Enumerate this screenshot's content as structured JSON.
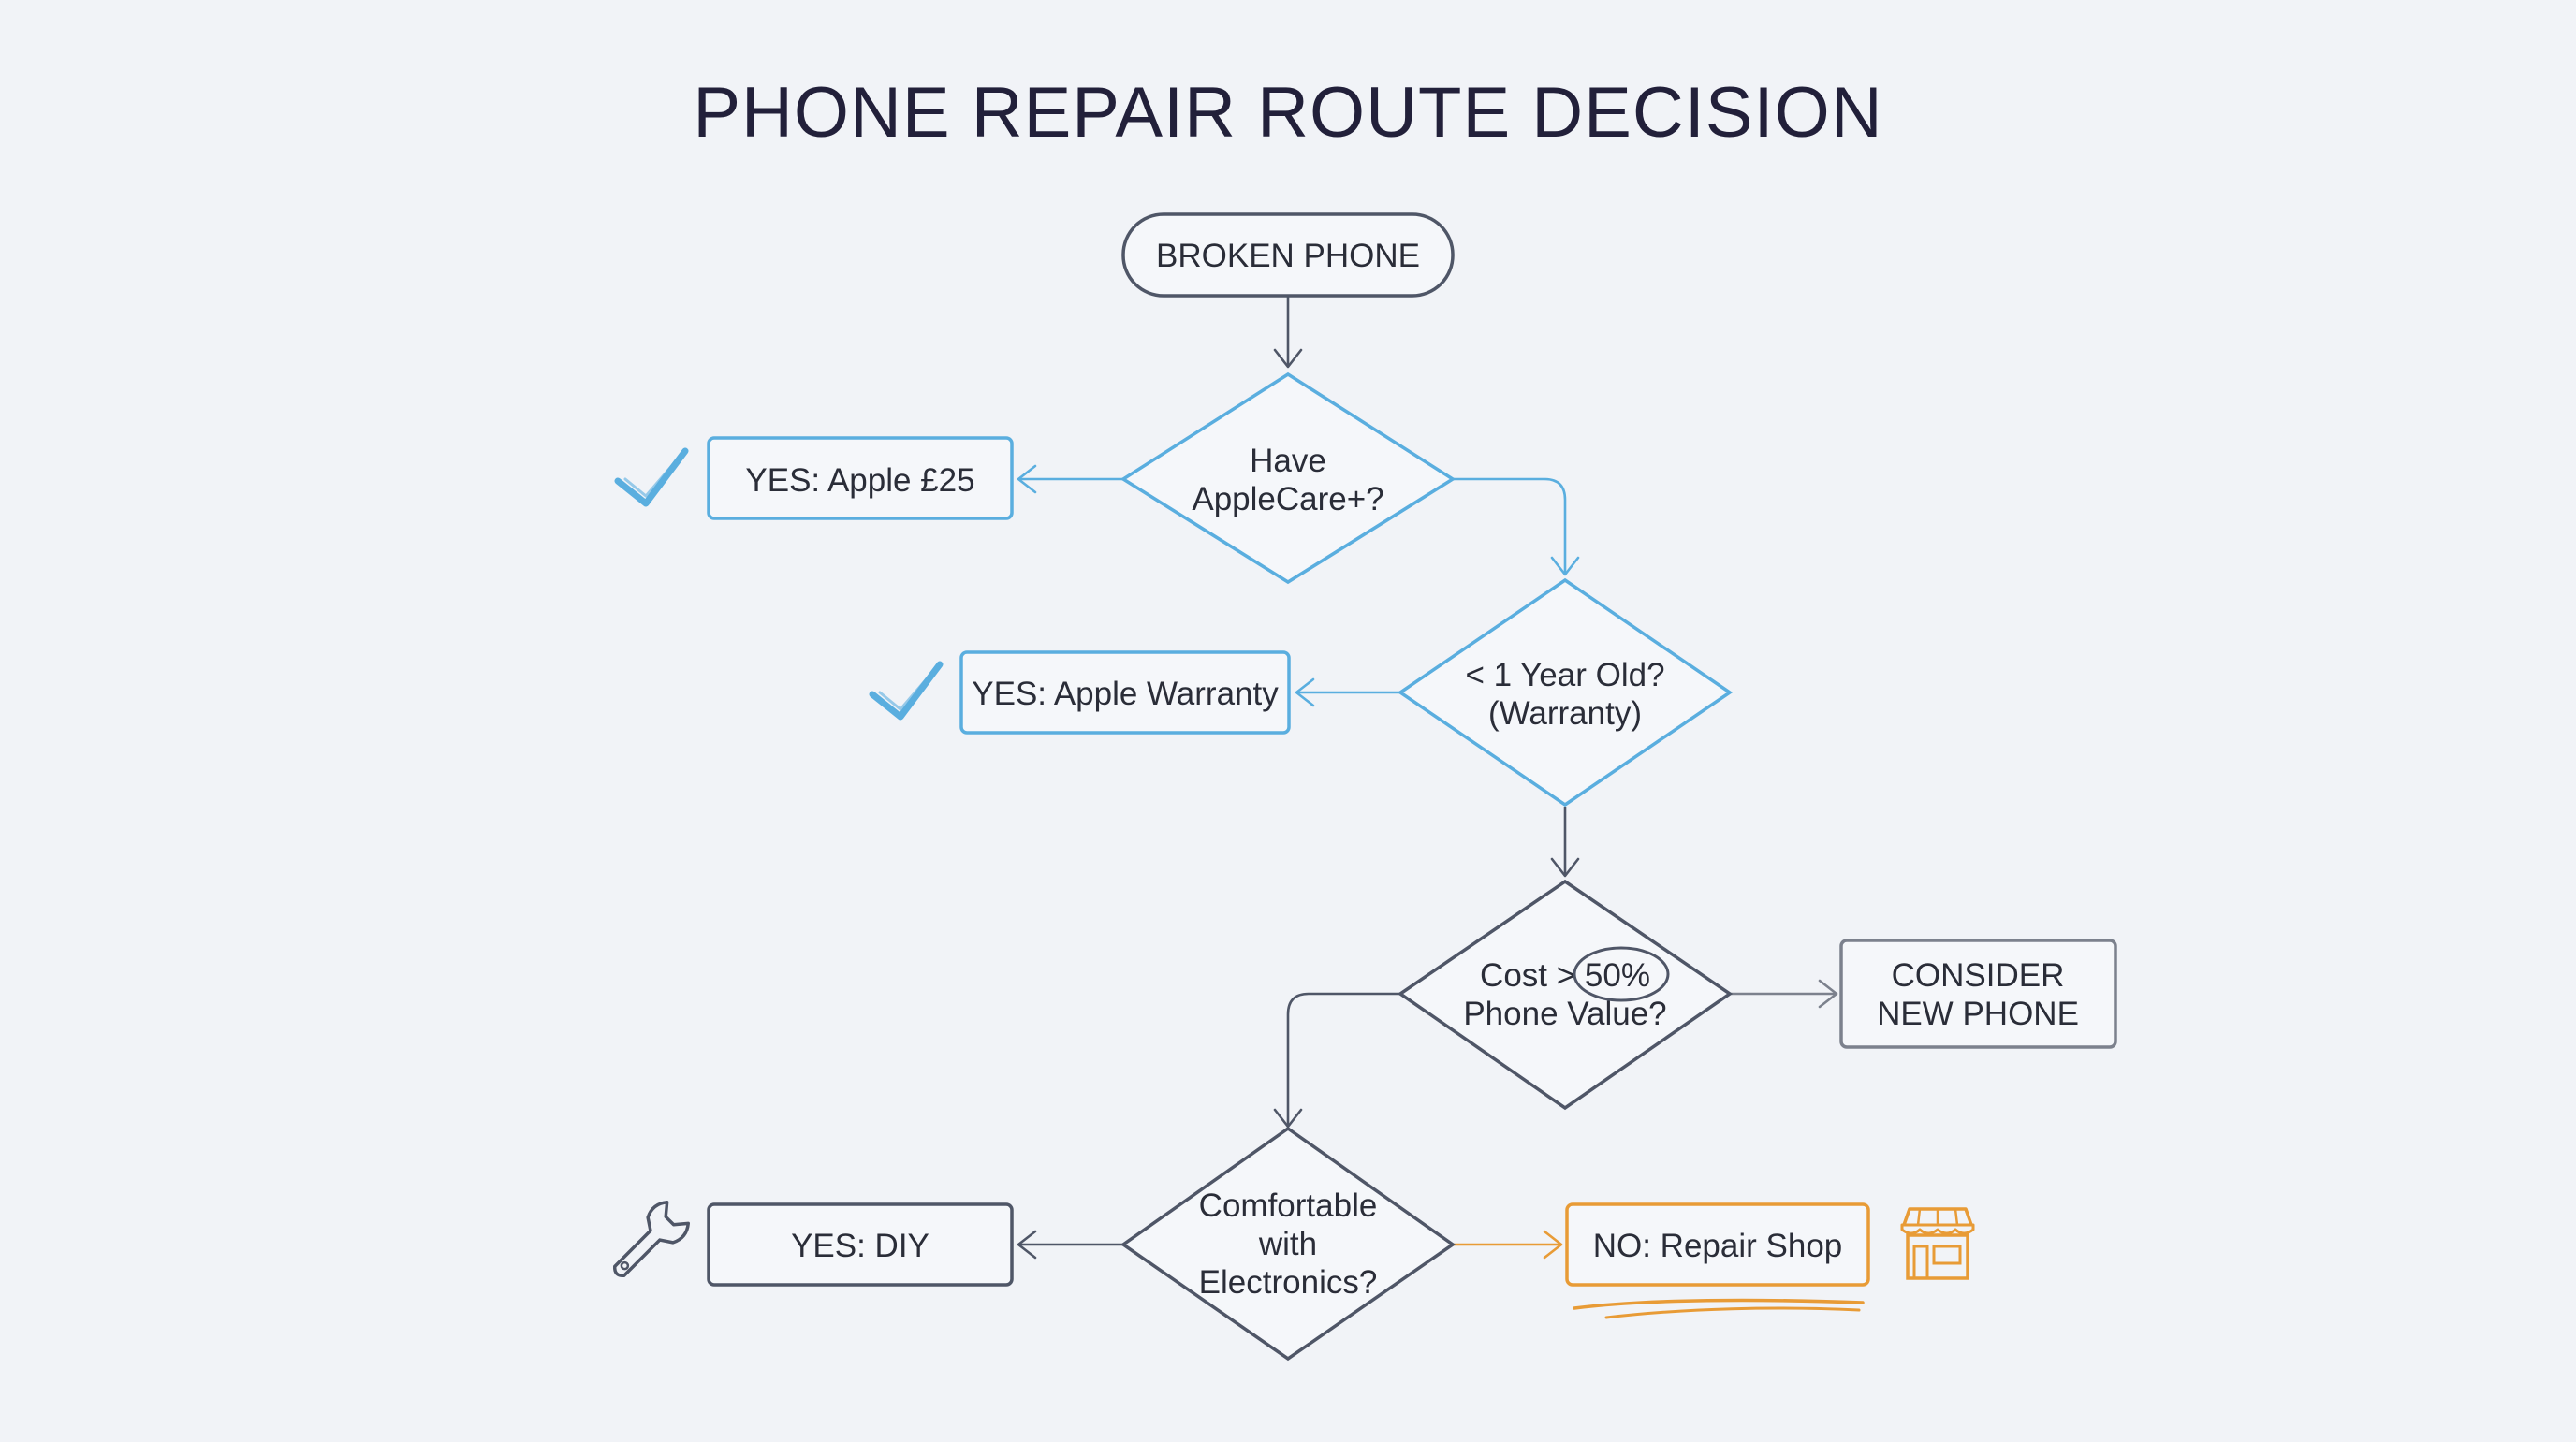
{
  "title": "PHONE REPAIR ROUTE DECISION",
  "colors": {
    "background": "#f1f3f7",
    "blue": "#5aaedf",
    "slate": "#4f5667",
    "gray": "#7c818d",
    "orange": "#e89b36",
    "text": "#2a2d38"
  },
  "nodes": {
    "start": {
      "lines": [
        "BROKEN PHONE"
      ]
    },
    "applecare": {
      "lines": [
        "Have",
        "AppleCare+?"
      ]
    },
    "yes_apple": {
      "lines": [
        "YES: Apple £25"
      ]
    },
    "warranty_q": {
      "lines": [
        "< 1 Year Old?",
        "(Warranty)"
      ]
    },
    "yes_warranty": {
      "lines": [
        "YES: Apple Warranty"
      ]
    },
    "cost_q": {
      "lines": [
        "Cost > 50%",
        "Phone Value?"
      ]
    },
    "new_phone": {
      "lines": [
        "CONSIDER",
        "NEW PHONE"
      ]
    },
    "electronics_q": {
      "lines": [
        "Comfortable",
        "with",
        "Electronics?"
      ]
    },
    "yes_diy": {
      "lines": [
        "YES: DIY"
      ]
    },
    "repair_shop": {
      "lines": [
        "NO: Repair Shop"
      ]
    }
  },
  "icons": [
    "checkmark-icon",
    "checkmark-icon",
    "wrench-icon",
    "storefront-icon"
  ]
}
